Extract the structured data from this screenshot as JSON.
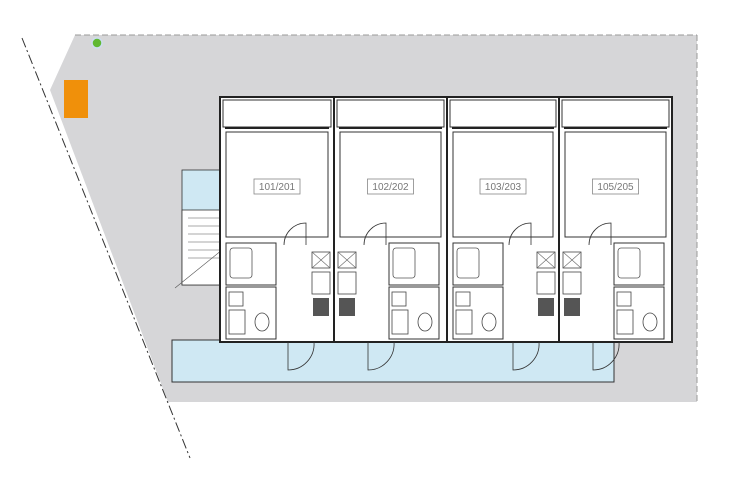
{
  "plan": {
    "units": [
      {
        "label": "101/201"
      },
      {
        "label": "102/202"
      },
      {
        "label": "103/203"
      },
      {
        "label": "105/205"
      }
    ]
  },
  "colors": {
    "site": "#d6d6d8",
    "common_area": "#cfe8f3",
    "wall": "#222222",
    "marker_orange": "#f0900a",
    "marker_green": "#5fb832"
  }
}
